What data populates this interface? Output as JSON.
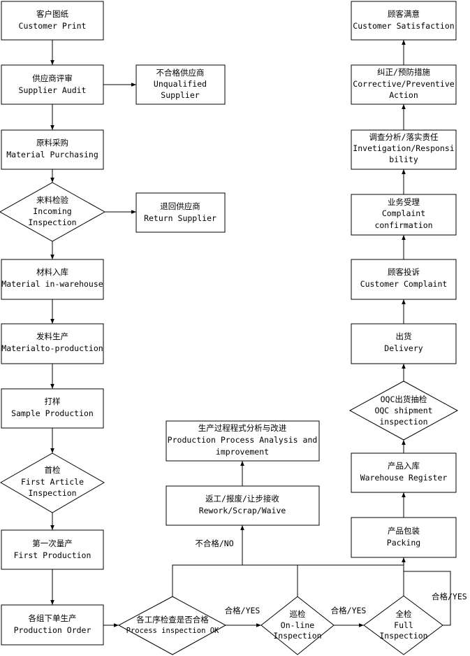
{
  "nodes": {
    "customer_print": [
      "客户图纸",
      "Customer Print"
    ],
    "supplier_audit": [
      "供应商评审",
      "Supplier Audit"
    ],
    "unqualified_supplier": [
      "不合格供应商",
      "Unqualified",
      "Supplier"
    ],
    "material_purchasing": [
      "原料采购",
      "Material Purchasing"
    ],
    "incoming_inspection": [
      "来料检验",
      "Incoming",
      "Inspection"
    ],
    "return_supplier": [
      "退回供应商",
      "Return Supplier"
    ],
    "material_in_warehouse": [
      "材料入库",
      "Material in-warehouse"
    ],
    "material_to_production": [
      "发料生产",
      "Materialto-production"
    ],
    "sample_production": [
      "打样",
      "Sample Production"
    ],
    "first_article_inspection": [
      "首检",
      "First Article",
      "Inspection"
    ],
    "first_production": [
      "第一次量产",
      "First Production"
    ],
    "production_order": [
      "各组下单生产",
      "Production Order"
    ],
    "process_inspection": [
      "各工序检查是否合格",
      "Process inspection OK"
    ],
    "online_inspection": [
      "巡检",
      "On-line",
      "Inspection"
    ],
    "full_inspection": [
      "全检",
      "Full",
      "Inspection"
    ],
    "rework": [
      "返工/报废/让步接收",
      "Rework/Scrap/Waive"
    ],
    "process_analysis": [
      "生产过程程式分析与改进",
      "Production Process Analysis and",
      "improvement"
    ],
    "packing": [
      "产品包装",
      "Packing"
    ],
    "warehouse_register": [
      "产品入库",
      "Warehouse Register"
    ],
    "oqc_inspection": [
      "OQC出货抽检",
      "OQC shipment",
      "inspection"
    ],
    "delivery": [
      "出货",
      "Delivery"
    ],
    "customer_complaint": [
      "顾客投诉",
      "Customer Complaint"
    ],
    "complaint_confirmation": [
      "业务受理",
      "Complaint",
      "confirmation"
    ],
    "investigation": [
      "调查分析/落实责任",
      "Invetigation/Responsi",
      "bility"
    ],
    "corrective_action": [
      "纠正/预防措施",
      "Corrective/Preventive",
      "Action"
    ],
    "customer_satisfaction": [
      "顾客满意",
      "Customer Satisfaction"
    ]
  },
  "labels": {
    "ng": "不合格/NO",
    "ok1": "合格/YES",
    "ok2": "合格/YES",
    "ok3": "合格/YES"
  }
}
